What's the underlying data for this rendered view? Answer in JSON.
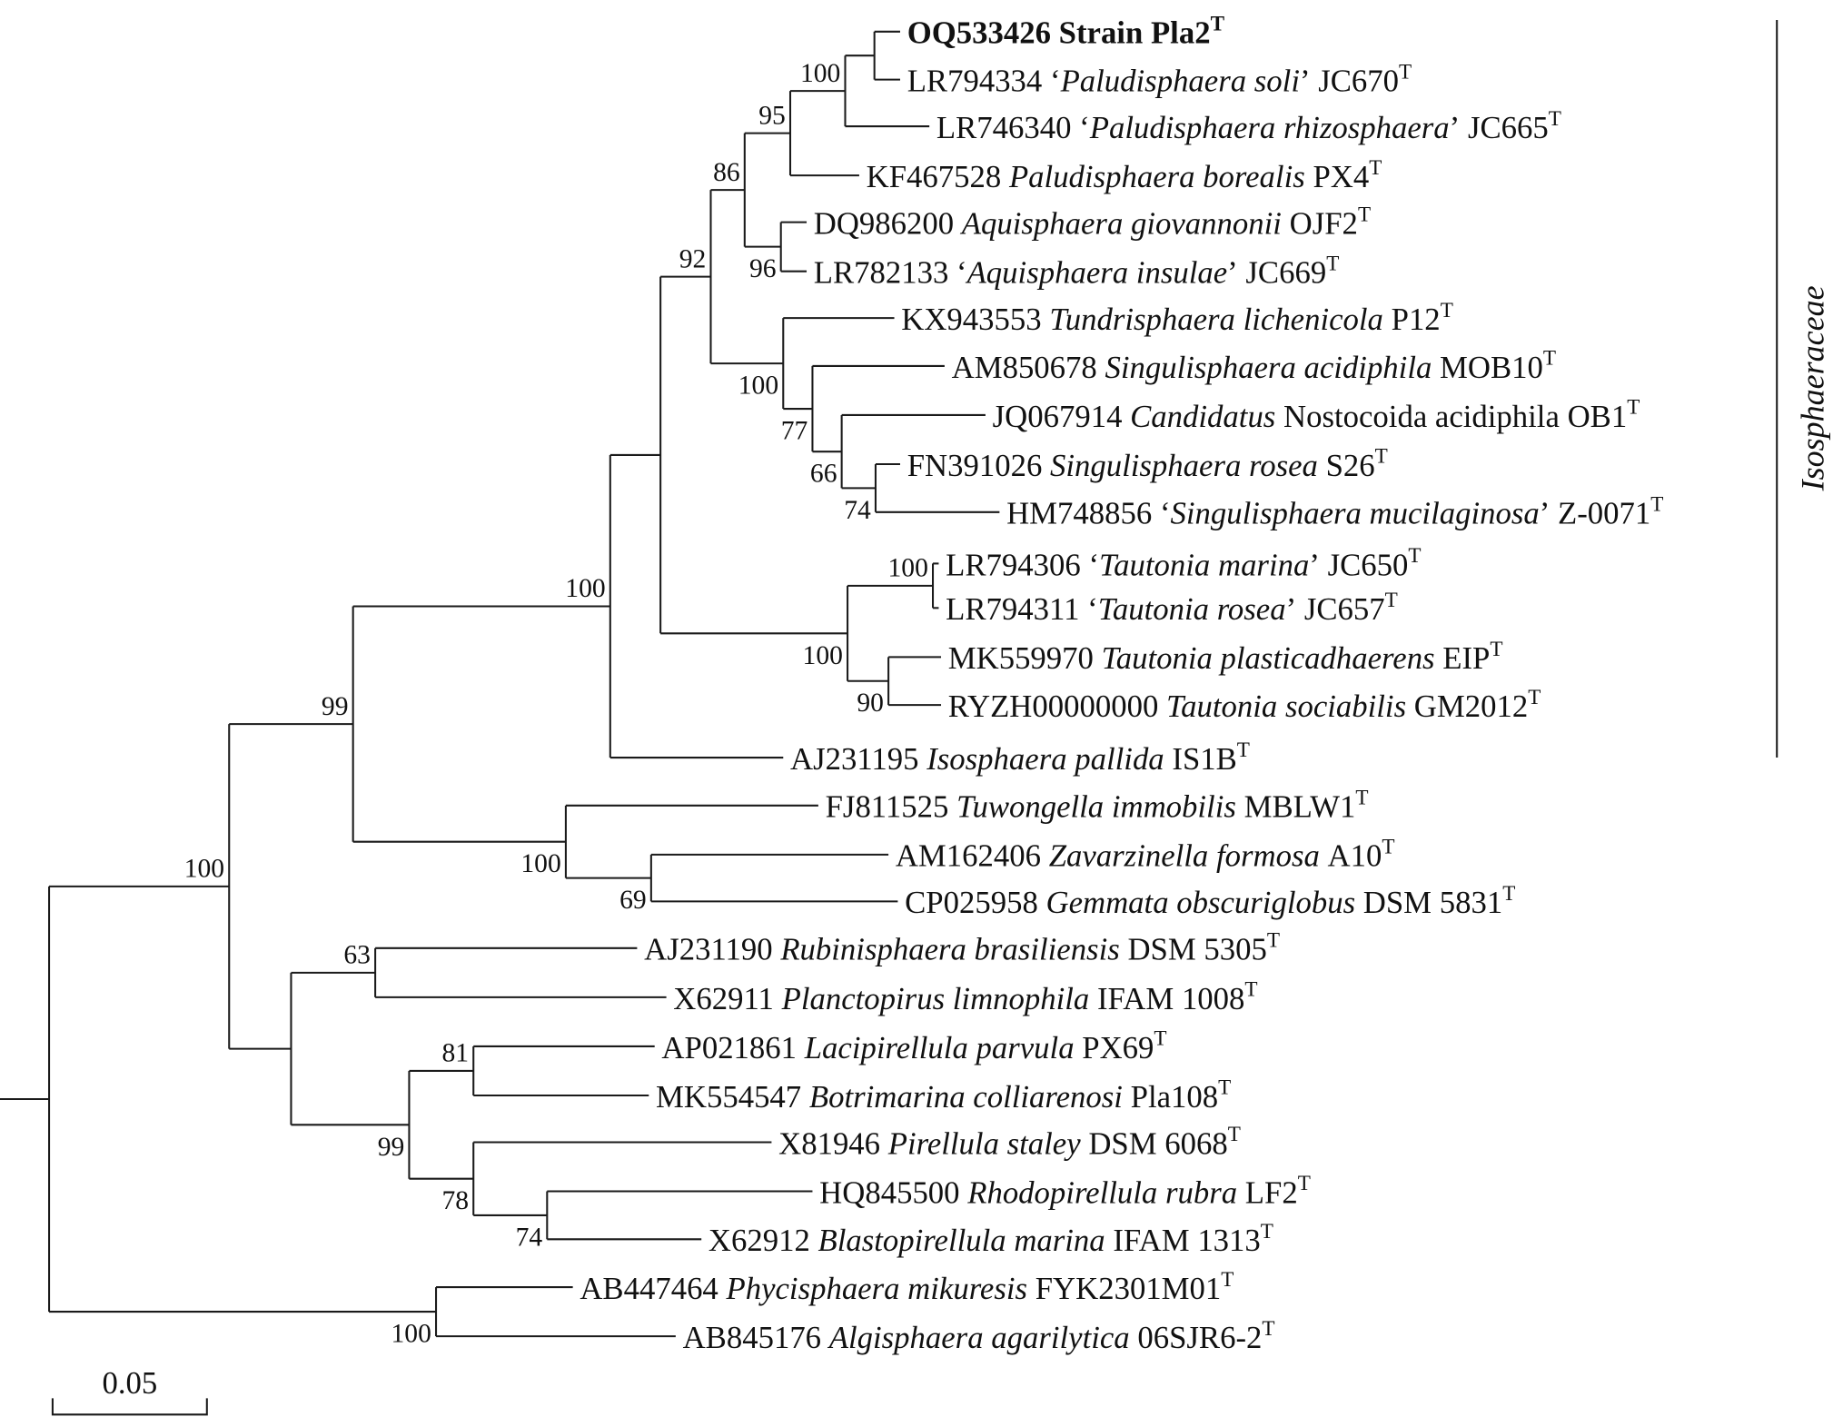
{
  "leaves": [
    {
      "accession": "OQ533426",
      "oq": "",
      "italic": "",
      "regular": "Strain",
      "cq": "",
      "strain": "Pla2",
      "sup": "T",
      "bold": true
    },
    {
      "accession": "LR794334",
      "oq": "‘",
      "italic": "Paludisphaera soli",
      "regular": "",
      "cq": "’",
      "strain": "JC670",
      "sup": "T"
    },
    {
      "accession": "LR746340",
      "oq": "‘",
      "italic": "Paludisphaera rhizosphaera",
      "regular": "",
      "cq": "’",
      "strain": "JC665",
      "sup": "T"
    },
    {
      "accession": "KF467528",
      "oq": "",
      "italic": "Paludisphaera borealis",
      "regular": "",
      "cq": "",
      "strain": "PX4",
      "sup": "T"
    },
    {
      "accession": "DQ986200",
      "oq": "",
      "italic": "Aquisphaera giovannonii",
      "regular": "",
      "cq": "",
      "strain": "OJF2",
      "sup": "T"
    },
    {
      "accession": "LR782133",
      "oq": "‘",
      "italic": "Aquisphaera insulae",
      "regular": "",
      "cq": "’",
      "strain": "JC669",
      "sup": "T"
    },
    {
      "accession": "KX943553",
      "oq": "",
      "italic": "Tundrisphaera lichenicola",
      "regular": "",
      "cq": "",
      "strain": "P12",
      "sup": "T"
    },
    {
      "accession": "AM850678",
      "oq": "",
      "italic": "Singulisphaera acidiphila",
      "regular": "",
      "cq": "",
      "strain": "MOB10",
      "sup": "T"
    },
    {
      "accession": "JQ067914",
      "oq": "",
      "italic": "Candidatus",
      "regular": "Nostocoida acidiphila",
      "cq": "",
      "strain": "OB1",
      "sup": "T"
    },
    {
      "accession": "FN391026",
      "oq": "",
      "italic": "Singulisphaera rosea",
      "regular": "",
      "cq": "",
      "strain": "S26",
      "sup": "T"
    },
    {
      "accession": "HM748856",
      "oq": "‘",
      "italic": "Singulisphaera mucilaginosa",
      "regular": "",
      "cq": "’",
      "strain": "Z-0071",
      "sup": "T"
    },
    {
      "accession": "LR794306",
      "oq": "‘",
      "italic": "Tautonia marina",
      "regular": "",
      "cq": "’",
      "strain": "JC650",
      "sup": "T"
    },
    {
      "accession": "LR794311",
      "oq": "‘",
      "italic": "Tautonia rosea",
      "regular": "",
      "cq": "’",
      "strain": "JC657",
      "sup": "T"
    },
    {
      "accession": "MK559970",
      "oq": "",
      "italic": "Tautonia plasticadhaerens",
      "regular": "",
      "cq": "",
      "strain": "EIP",
      "sup": "T"
    },
    {
      "accession": "RYZH00000000",
      "oq": "",
      "italic": "Tautonia sociabilis",
      "regular": "",
      "cq": "",
      "strain": "GM2012",
      "sup": "T"
    },
    {
      "accession": "AJ231195",
      "oq": "",
      "italic": "Isosphaera pallida",
      "regular": "",
      "cq": "",
      "strain": "IS1B",
      "sup": "T"
    },
    {
      "accession": "FJ811525",
      "oq": "",
      "italic": "Tuwongella immobilis",
      "regular": "",
      "cq": "",
      "strain": "MBLW1",
      "sup": "T"
    },
    {
      "accession": "AM162406",
      "oq": "",
      "italic": "Zavarzinella formosa",
      "regular": "",
      "cq": "",
      "strain": "A10",
      "sup": "T"
    },
    {
      "accession": "CP025958",
      "oq": "",
      "italic": "Gemmata obscuriglobus",
      "regular": "",
      "cq": "",
      "strain": "DSM 5831",
      "sup": "T"
    },
    {
      "accession": "AJ231190",
      "oq": "",
      "italic": "Rubinisphaera brasiliensis",
      "regular": "",
      "cq": "",
      "strain": "DSM 5305",
      "sup": "T"
    },
    {
      "accession": "X62911",
      "oq": "",
      "italic": "Planctopirus limnophila",
      "regular": "",
      "cq": "",
      "strain": "IFAM 1008",
      "sup": "T"
    },
    {
      "accession": "AP021861",
      "oq": "",
      "italic": "Lacipirellula parvula",
      "regular": "",
      "cq": "",
      "strain": "PX69",
      "sup": "T"
    },
    {
      "accession": "MK554547",
      "oq": "",
      "italic": "Botrimarina colliarenosi",
      "regular": "",
      "cq": "",
      "strain": "Pla108",
      "sup": "T"
    },
    {
      "accession": "X81946",
      "oq": "",
      "italic": "Pirellula staley",
      "regular": "",
      "cq": "",
      "strain": "DSM 6068",
      "sup": "T"
    },
    {
      "accession": "HQ845500",
      "oq": "",
      "italic": "Rhodopirellula rubra",
      "regular": "",
      "cq": "",
      "strain": "LF2",
      "sup": "T"
    },
    {
      "accession": "X62912",
      "oq": "",
      "italic": "Blastopirellula marina",
      "regular": "",
      "cq": "",
      "strain": "IFAM 1313",
      "sup": "T"
    },
    {
      "accession": "AB447464",
      "oq": "",
      "italic": "Phycisphaera mikuresis",
      "regular": "",
      "cq": "",
      "strain": "FYK2301M01",
      "sup": "T"
    },
    {
      "accession": "AB845176",
      "oq": "",
      "italic": "Algisphaera agarilytica",
      "regular": "",
      "cq": "",
      "strain": "06SJR6-2",
      "sup": "T"
    }
  ],
  "bootstrap": [
    "100",
    "95",
    "86",
    "96",
    "92",
    "100",
    "77",
    "66",
    "74",
    "100",
    "90",
    "100",
    "100",
    "69",
    "100",
    "99",
    "63",
    "81",
    "74",
    "78",
    "99",
    "100",
    "100"
  ],
  "clade_label": "Isosphaeraceae",
  "scale_bar": {
    "label": "0.05",
    "value": 0.05
  }
}
